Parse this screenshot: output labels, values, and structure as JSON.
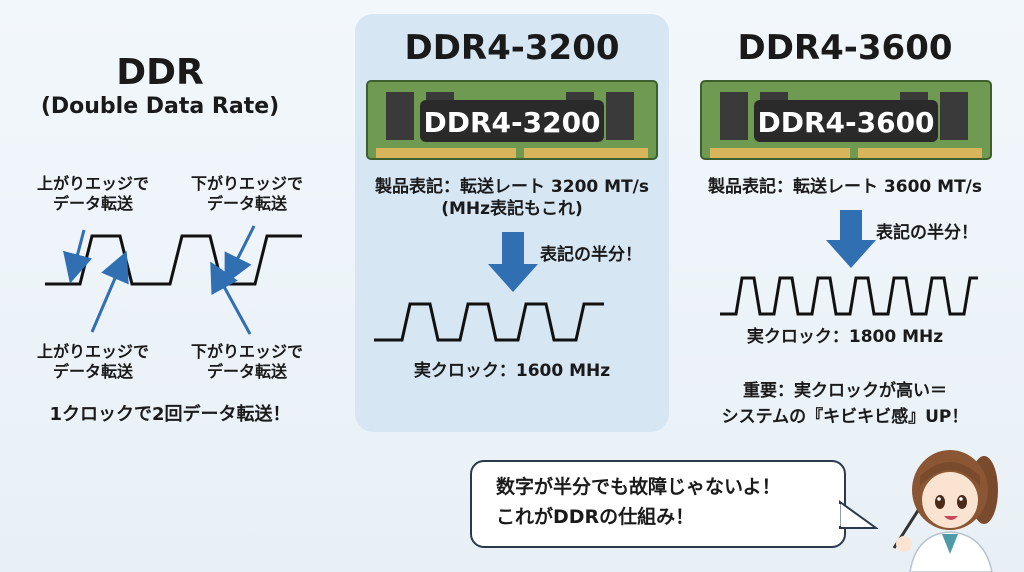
{
  "left": {
    "title": "DDR",
    "subtitle": "(Double Data Rate)",
    "rising_top": [
      "上がりエッジで",
      "データ転送"
    ],
    "falling_top": [
      "下がりエッジで",
      "データ転送"
    ],
    "rising_bottom": [
      "上がりエッジで",
      "データ転送"
    ],
    "falling_bottom": [
      "下がりエッジで",
      "データ転送"
    ],
    "caption": "1クロックで2回データ転送！"
  },
  "middle": {
    "title": "DDR4-3200",
    "module_label": "DDR4-3200",
    "spec_line1": "製品表記：転送レート 3200 MT/s",
    "spec_line2": "(MHz表記もこれ)",
    "arrow_label": "表記の半分！",
    "clock_label": "実クロック：1600 MHz"
  },
  "right": {
    "title": "DDR4-3600",
    "module_label": "DDR4-3600",
    "spec_line1": "製品表記：転送レート 3600 MT/s",
    "arrow_label": "表記の半分！",
    "clock_label": "実クロック：1800 MHz",
    "note_line1": "重要：実クロックが高い＝",
    "note_line2": "システムの『キビキビ感』UP！"
  },
  "speech": {
    "line1": "数字が半分でも故障じゃないよ！",
    "line2": "これがDDRの仕組み！"
  },
  "colors": {
    "panel": "#d6e6f3",
    "pcb": "#6e9a52",
    "chip": "#3a3a3a",
    "gold": "#d8b45a",
    "arrow": "#2f6fb2"
  }
}
